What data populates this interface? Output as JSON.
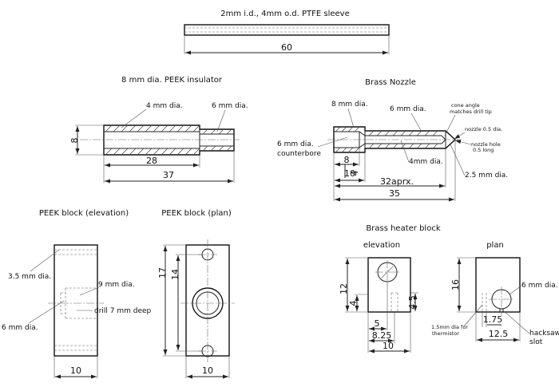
{
  "titles": {
    "ptfe": "2mm i.d., 4mm o.d. PTFE sleeve",
    "peek_insulator": "8 mm dia. PEEK insulator",
    "brass_nozzle": "Brass Nozzle",
    "peek_block_elev": "PEEK block (elevation)",
    "peek_block_plan": "PEEK block (plan)",
    "heater_block": "Brass heater block",
    "heater_elev": "elevation",
    "heater_plan": "plan"
  },
  "ptfe": {
    "length": "60"
  },
  "insulator": {
    "label_4mm": "4 mm dia.",
    "label_6mm": "6 mm dia.",
    "dim_8": "8",
    "dim_28": "28",
    "dim_37": "37"
  },
  "nozzle": {
    "label_8mm": "8 mm dia.",
    "label_6mm": "6 mm dia.",
    "cone_angle": "cone angle",
    "cone_angle_2": "matches drill tip",
    "nozzle_dia": "nozzle 0.5 dia.",
    "nozzle_hole": "nozzle hole",
    "nozzle_hole_2": "0.5 long",
    "counterbore": "6 mm dia.",
    "counterbore_2": "counterbore",
    "label_4mm": "4mm dia.",
    "label_25mm": "2.5 mm dia.",
    "dim_8": "8",
    "dim_4": "4",
    "dim_10": "10",
    "dim_32": "32aprx.",
    "dim_35": "35"
  },
  "peek_block": {
    "label_35": "3.5 mm dia.",
    "label_9": "9 mm dia.",
    "drill": "drill 7 mm deep",
    "label_6": "6 mm dia.",
    "dim_10_elev": "10",
    "dim_17": "17",
    "dim_14": "14",
    "dim_10_plan": "10"
  },
  "heater": {
    "dim_12": "12",
    "dim_4": "4",
    "dim_45": "4.5",
    "dim_5": "5",
    "dim_825": "8.25",
    "dim_10": "10",
    "dim_16": "16",
    "label_6": "6 mm dia.",
    "label_15a": "1.5mm dia for",
    "label_15b": "thermistor",
    "dim_175": "1.75",
    "dim_125": "12.5",
    "hacksaw": "hacksaw",
    "slot": "slot"
  }
}
